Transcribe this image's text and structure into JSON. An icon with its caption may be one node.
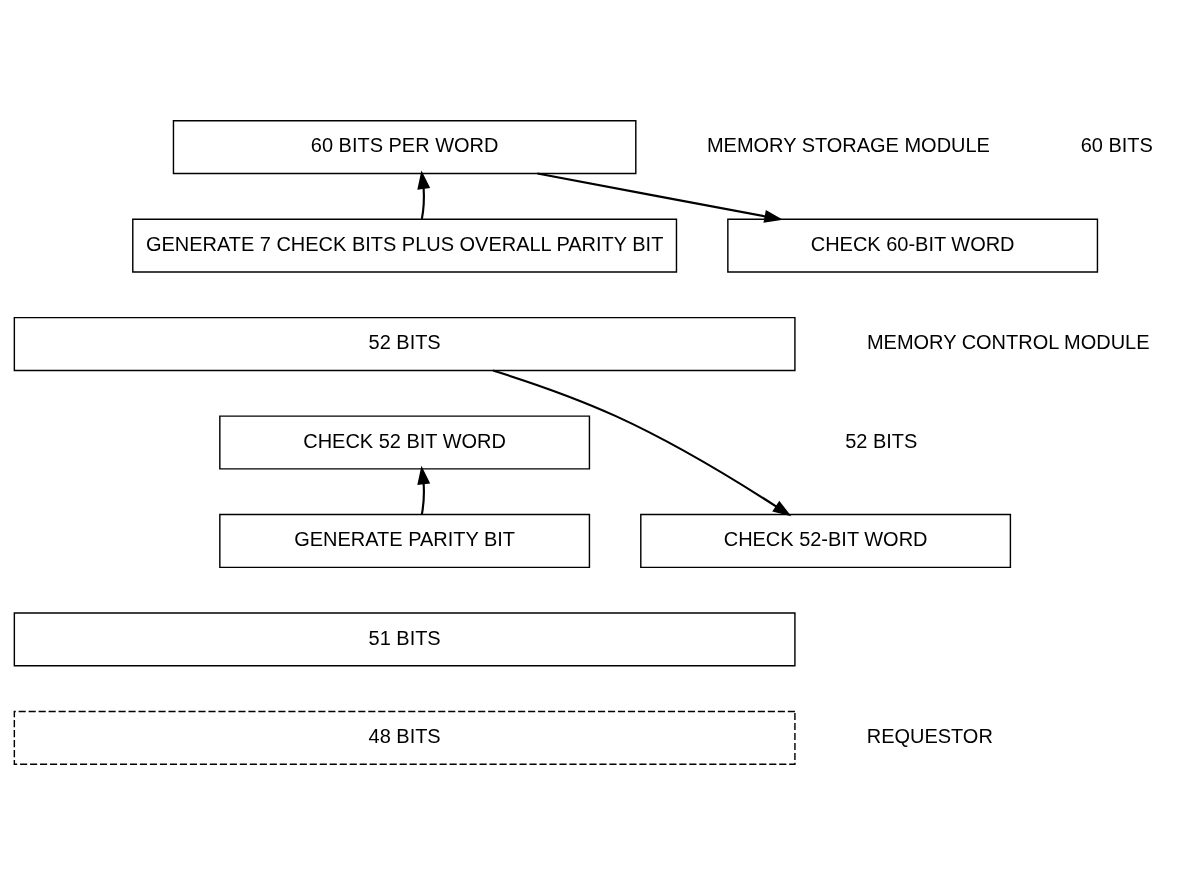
{
  "diagram": {
    "nodes": [
      {
        "text": [
          "60 BITS PER WORD"
        ]
      },
      {
        "text": [
          "GENERATE 7 CHECK BITS PLUS OVERALL PARITY BIT"
        ]
      },
      {
        "text": [
          "CHECK 60-BIT WORD"
        ]
      },
      {
        "text": [
          "52 BITS"
        ]
      },
      {
        "text": [
          "CHECK 52 BIT WORD"
        ]
      },
      {
        "text": [
          "GENERATE PARITY BIT"
        ]
      },
      {
        "text": [
          "CHECK 52-BIT WORD"
        ]
      },
      {
        "text": [
          "51 BITS"
        ]
      },
      {
        "text": [
          "48 BITS"
        ]
      }
    ],
    "edges": [
      {
        "from": 1,
        "to": 0,
        "arrow": "to"
      },
      {
        "from": 0,
        "to": 2,
        "arrow": "to"
      },
      {
        "from": 3,
        "to": 6,
        "arrow": "to"
      },
      {
        "from": 5,
        "to": 4,
        "arrow": "to"
      }
    ],
    "labels": [
      "MEMORY STORAGE MODULE",
      "60 BITS",
      "MEMORY CONTROL MODULE",
      "52 BITS",
      "REQUESTOR"
    ]
  }
}
